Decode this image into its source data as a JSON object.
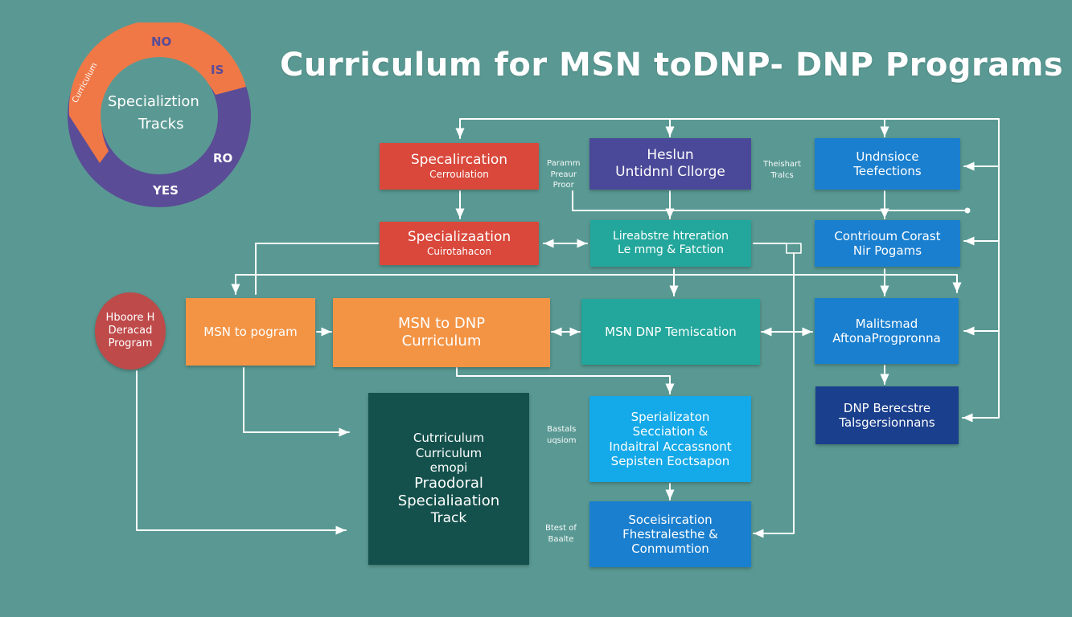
{
  "title": "Curriculum for MSN toDNP- DNP Programs",
  "colors": {
    "background": "#5a9993",
    "ring_orange": "#f07847",
    "ring_purple": "#5a4c96",
    "red": "#d9483b",
    "orange": "#f39445",
    "purple": "#4a4898",
    "teal": "#23a79c",
    "blue": "#1a7fcf",
    "sky": "#14a9e8",
    "navy": "#1a3f8c",
    "dark_green": "#14514c",
    "circle_red": "#bf4a4a"
  },
  "ring": {
    "inner_line1": "Specializtion",
    "inner_line2": "Tracks",
    "label_top": "NO",
    "label_right_top": "IS",
    "label_right_bottom": "RO",
    "label_bottom": "YES",
    "label_left": "Curriculum"
  },
  "start": {
    "line1": "Hboore H",
    "line2": "Deracad",
    "line3": "Program"
  },
  "boxes": {
    "spec_cert": {
      "line1": "Specalircation",
      "line2": "Cerroulation"
    },
    "spec_curr": {
      "line1": "Specializaation",
      "line2": "Cuirotahacon"
    },
    "msn_program": {
      "line1": "MSN to pogram"
    },
    "msn_dnp_curr": {
      "line1": "MSN to DNP",
      "line2": "Curriculum"
    },
    "heslun": {
      "line1": "Heslun",
      "line2": "Untidnnl Cllorge"
    },
    "lireabstre": {
      "line1": "Lireabstre htreration",
      "line2": "Le mmg & Fatction"
    },
    "msn_dnp_term": {
      "line1": "MSN DNP Temiscation"
    },
    "undnsioce": {
      "line1": "Undnsioce",
      "line2": "Teefections"
    },
    "contrioum": {
      "line1": "Contrioum Corast",
      "line2": "Nir Pogams"
    },
    "malitsmad": {
      "line1": "Malitsmad",
      "line2": "AftonaProgpronna"
    },
    "dnp_ber": {
      "line1": "DNP Berecstre",
      "line2": "Talsgersionnans"
    },
    "curriculum_track": {
      "line1": "Cutrriculum",
      "line2": "Curriculum",
      "line3": "emopi",
      "line4": "Praodoral",
      "line5": "Specialiaation",
      "line6": "Track"
    },
    "spec_sec": {
      "line1": "Sperializaton",
      "line2": "Secciation &",
      "line3": "Indaitral Accassnont",
      "line4": "Sepisten Eoctsapon"
    },
    "soceis": {
      "line1": "Soceisircation",
      "line2": "Fhestralesthe &",
      "line3": "Conmumtion"
    }
  },
  "side_labels": {
    "paramm": {
      "line1": "Paramm",
      "line2": "Preaur",
      "line3": "Proor"
    },
    "theishart": {
      "line1": "Theishart",
      "line2": "Tralcs"
    },
    "bastals": {
      "line1": "Bastals",
      "line2": "uqsiom"
    },
    "btest": {
      "line1": "Btest of",
      "line2": "Baalte"
    }
  }
}
